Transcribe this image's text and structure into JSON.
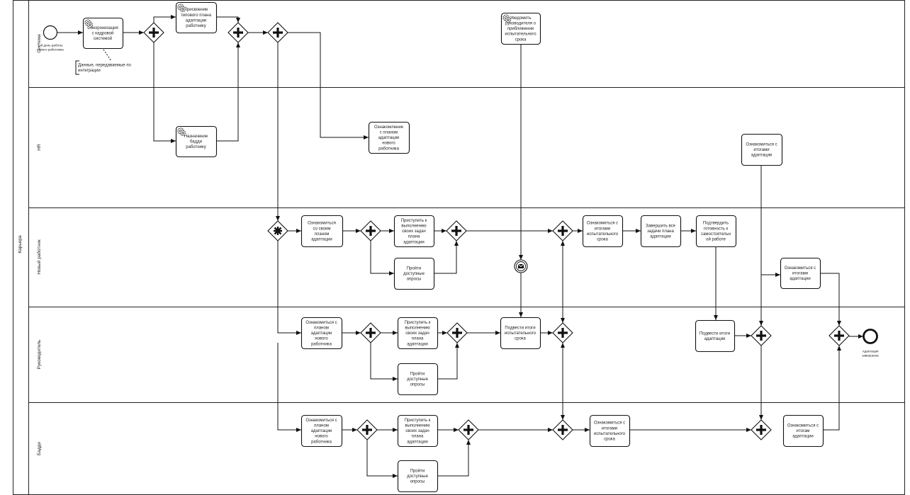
{
  "pool": {
    "label": "Карьера"
  },
  "lanes": [
    {
      "id": "system",
      "label": "Система"
    },
    {
      "id": "hr",
      "label": "HR"
    },
    {
      "id": "employee",
      "label": "Новый работник"
    },
    {
      "id": "manager",
      "label": "Руководитель"
    },
    {
      "id": "buddy",
      "label": "Бадди"
    }
  ],
  "events": {
    "start_label": [
      "1-й день работы",
      "нового работника"
    ],
    "end_label": [
      "Адаптация",
      "завершена"
    ]
  },
  "annotation": {
    "text": [
      "Данные, передаваемые по",
      "интеграции"
    ]
  },
  "tasks": {
    "sync": [
      "Синхронизация",
      "с кадровой",
      "системой"
    ],
    "assign_plan": [
      "Присвоение",
      "типового плана",
      "адаптации",
      "работнику"
    ],
    "notify_manager": [
      "Уведомить",
      "руководителя о",
      "приближении",
      "испытательного",
      "срока"
    ],
    "assign_buddy": [
      "Назначение",
      "бадди",
      "работнику"
    ],
    "hr_review": [
      "Ознакомление",
      "с планом",
      "адаптации",
      "нового",
      "работника"
    ],
    "hr_results": [
      "Ознакомиться с",
      "итогами",
      "адаптации"
    ],
    "emp_review": [
      "Ознакомиться",
      "со своим",
      "планом",
      "адаптации"
    ],
    "emp_tasks": [
      "Приступить к",
      "выполнению",
      "своих задач",
      "плана",
      "адаптации"
    ],
    "emp_surveys": [
      "Пройти",
      "доступные",
      "опросы"
    ],
    "emp_probation": [
      "Ознакомиться с",
      "итогами",
      "испытательного",
      "срока"
    ],
    "emp_finish": [
      "Завершить все",
      "задачи плана",
      "адаптации"
    ],
    "emp_confirm": [
      "Подтвердить",
      "готовность к",
      "самостоятельн",
      "ой работе"
    ],
    "emp_results": [
      "Ознакомиться с",
      "итогами",
      "адаптации"
    ],
    "mgr_review": [
      "Ознакомиться с",
      "планом",
      "адаптации",
      "нового",
      "работника"
    ],
    "mgr_tasks": [
      "Приступить к",
      "выполнению",
      "своих задач",
      "плана",
      "адаптации"
    ],
    "mgr_surveys": [
      "Пройти",
      "доступные",
      "опросы"
    ],
    "mgr_probation": [
      "Подвести итоги",
      "испытательного",
      "срока"
    ],
    "mgr_results": [
      "Подвести итоги",
      "адаптации"
    ],
    "bud_review": [
      "Ознакомиться с",
      "планом",
      "адаптации",
      "нового",
      "работника"
    ],
    "bud_tasks": [
      "Приступить к",
      "выполнению",
      "своих задач",
      "плана",
      "адаптации"
    ],
    "bud_surveys": [
      "Пройти",
      "доступные",
      "опросы"
    ],
    "bud_probation": [
      "Ознакомиться с",
      "итогами",
      "испытательного",
      "срока"
    ],
    "bud_results": [
      "Ознакомиться с",
      "итогам",
      "адаптации"
    ]
  }
}
